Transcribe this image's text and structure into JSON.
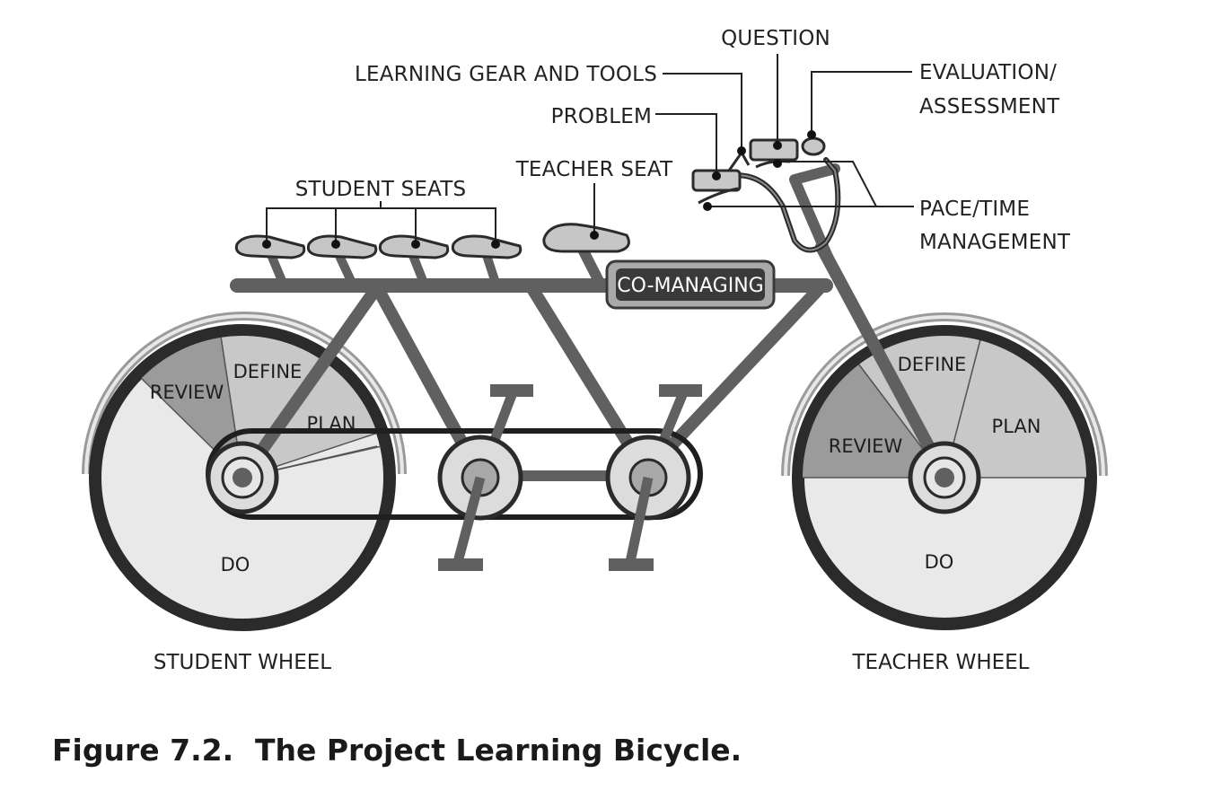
{
  "callouts": {
    "question": "QUESTION",
    "learning_gear": "LEARNING GEAR AND TOOLS",
    "evaluation_line1": "EVALUATION/",
    "evaluation_line2": "ASSESSMENT",
    "problem": "PROBLEM",
    "teacher_seat": "TEACHER SEAT",
    "student_seats": "STUDENT SEATS",
    "pace_line1": "PACE/TIME",
    "pace_line2": "MANAGEMENT"
  },
  "frame_label": "CO-MANAGING",
  "student_wheel": {
    "label": "STUDENT WHEEL",
    "segments": {
      "review": "REVIEW",
      "define": "DEFINE",
      "plan": "PLAN",
      "do": "DO"
    }
  },
  "teacher_wheel": {
    "label": "TEACHER WHEEL",
    "segments": {
      "define": "DEFINE",
      "plan": "PLAN",
      "review": "REVIEW",
      "do": "DO"
    }
  },
  "caption": {
    "number": "Figure 7.2.",
    "title": "The Project Learning Bicycle."
  },
  "colors": {
    "frame": "#606060",
    "dark": "#2b2b2b",
    "wheel_light": "#e9e9e9",
    "wheel_mid": "#c8c8c8",
    "wheel_dark": "#9b9b9b",
    "badge_fill": "#3a3a3a"
  }
}
